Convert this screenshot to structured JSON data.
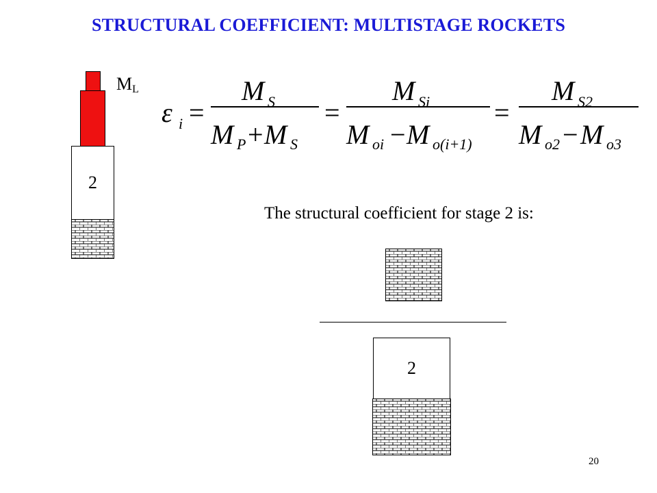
{
  "slide": {
    "title": "STRUCTURAL COEFFICIENT: MULTISTAGE ROCKETS",
    "rocket": {
      "payload_label": "M",
      "payload_sub": "L",
      "stage_label": "2"
    },
    "equation": {
      "lhs": "ε",
      "lhs_sub": "i",
      "eq": "=",
      "minus": "−",
      "plus": "+",
      "frac1": {
        "num": "M",
        "num_sub": "S",
        "den_a": "M",
        "den_a_sub": "P",
        "den_b": "M",
        "den_b_sub": "S"
      },
      "frac2": {
        "num": "M",
        "num_sub": "Si",
        "den_a": "M",
        "den_a_sub": "oi",
        "den_b": "M",
        "den_b_sub": "o(i+1)"
      },
      "frac3": {
        "num": "M",
        "num_sub": "S2",
        "den_a": "M",
        "den_a_sub": "o2",
        "den_b": "M",
        "den_b_sub": "o3"
      }
    },
    "caption": "The structural coefficient for stage 2 is:",
    "diagram_stage_label": "2",
    "page_number": "20",
    "colors": {
      "title": "#1a1ad6",
      "rocket_red": "#ee1111"
    }
  }
}
